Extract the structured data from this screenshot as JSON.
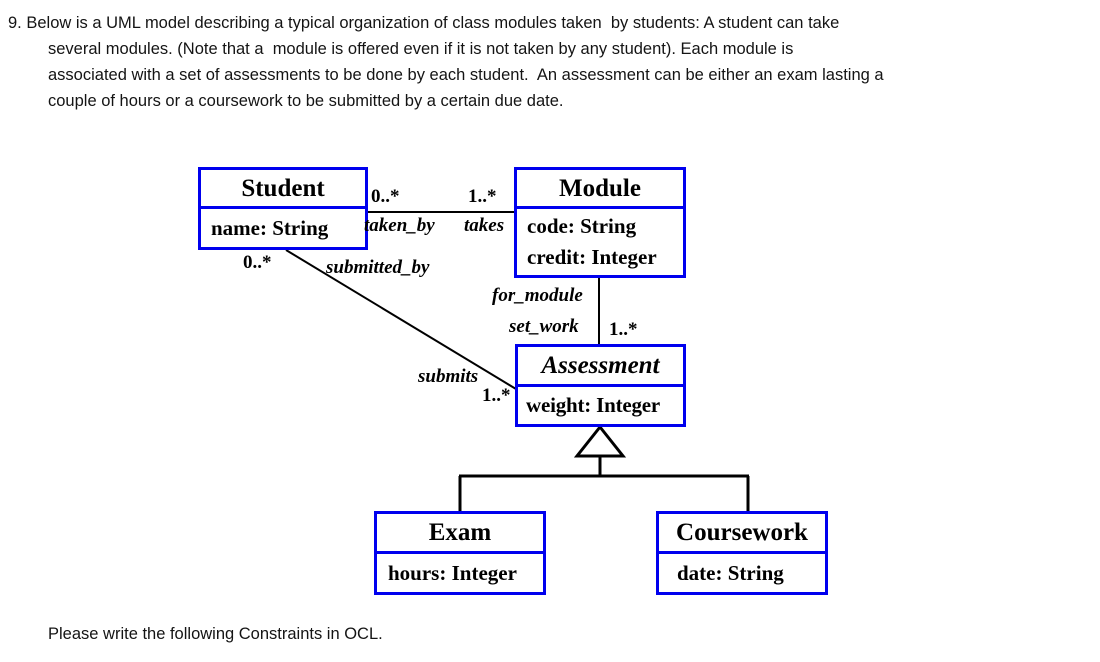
{
  "question": {
    "number": "9.",
    "lines": [
      "9. Below is a UML model describing a typical organization of class modules taken  by students: A student can take",
      "several modules. (Note that a  module is offered even if it is not taken by any student). Each module is",
      "associated with a set of assessments to be done by each student.  An assessment can be either an exam lasting a",
      "couple of hours or a coursework to be submitted by a certain due date."
    ]
  },
  "footer": {
    "instruction": "Please write the following Constraints in OCL."
  },
  "diagram": {
    "border_color": "#0000ee",
    "line_color": "#000000",
    "classes": [
      {
        "id": "student",
        "name": "Student",
        "abstract": false,
        "attributes": [
          "name: String"
        ]
      },
      {
        "id": "module",
        "name": "Module",
        "abstract": false,
        "attributes": [
          "code: String",
          "credit: Integer"
        ]
      },
      {
        "id": "assessment",
        "name": "Assessment",
        "abstract": true,
        "attributes": [
          "weight: Integer"
        ]
      },
      {
        "id": "exam",
        "name": "Exam",
        "abstract": false,
        "attributes": [
          "hours: Integer"
        ]
      },
      {
        "id": "coursework",
        "name": "Coursework",
        "abstract": false,
        "attributes": [
          "date: String"
        ]
      }
    ],
    "associations": [
      {
        "id": "student-module",
        "from": "Student",
        "to": "Module",
        "from_role": "taken_by",
        "from_multiplicity": "0..*",
        "to_role": "takes",
        "to_multiplicity": "1..*"
      },
      {
        "id": "student-assessment",
        "from": "Student",
        "to": "Assessment",
        "from_role": "submitted_by",
        "from_multiplicity": "0..*",
        "to_role": "submits",
        "to_multiplicity": "1..*"
      },
      {
        "id": "module-assessment",
        "from": "Module",
        "to": "Assessment",
        "from_role": "for_module",
        "from_multiplicity": "",
        "to_role": "set_work",
        "to_multiplicity": "1..*"
      }
    ],
    "generalizations": [
      {
        "parent": "Assessment",
        "child": "Exam"
      },
      {
        "parent": "Assessment",
        "child": "Coursework"
      }
    ]
  }
}
